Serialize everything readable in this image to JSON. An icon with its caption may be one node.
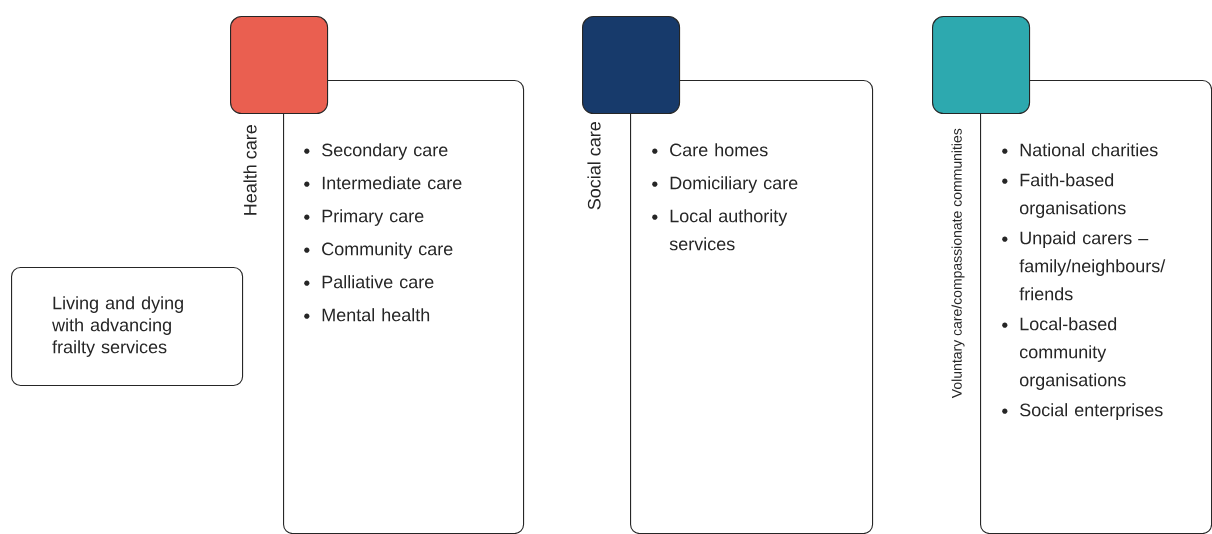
{
  "diagram": {
    "nodes": [
      {
        "text": [
          "Living and dying with advancing frailty services"
        ]
      },
      {
        "text": [],
        "shape": "box"
      },
      {
        "text": [
          "Health care",
          "Secondary care",
          "Intermediate care",
          "Primary care",
          "Community care",
          "Palliative care",
          "Mental health"
        ]
      },
      {
        "text": [],
        "shape": "box"
      },
      {
        "text": [
          "Social care",
          "Care homes",
          "Domiciliary care",
          "Local authority services"
        ]
      },
      {
        "text": [],
        "shape": "box"
      },
      {
        "text": [
          "Voluntary care/compassionate communities",
          "National charities",
          "Faith-based organisations",
          "Unpaid carers – family/neighbours/ friends",
          "Local-based community organisations",
          "Social enterprises"
        ]
      }
    ]
  }
}
